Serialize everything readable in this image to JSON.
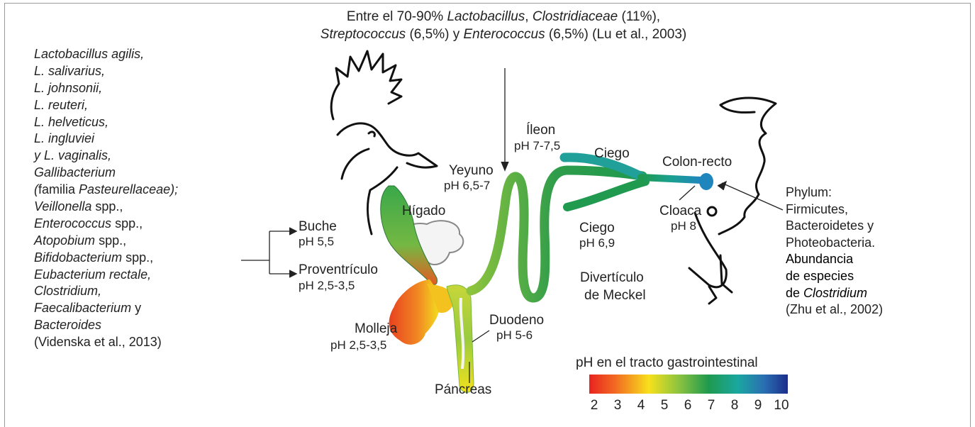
{
  "top_note": {
    "line1_prefix": "Entre el 70-90% ",
    "line1_genus1": "Lactobacillus",
    "line1_sep": ", ",
    "line1_genus2": "Clostridiaceae",
    "line1_suffix": " (11%),",
    "line2_genus1": "Streptococcus",
    "line2_mid": " (6,5%) y ",
    "line2_genus2": "Enterococcus",
    "line2_suffix": " (6,5%) (Lu et al., 2003)"
  },
  "left_list": [
    {
      "it": "Lactobacillus agilis,",
      "rm": ""
    },
    {
      "it": "L. salivarius,",
      "rm": ""
    },
    {
      "it": "L. johnsonii,",
      "rm": ""
    },
    {
      "it": "L. reuteri,",
      "rm": ""
    },
    {
      "it": "L. helveticus,",
      "rm": ""
    },
    {
      "it": "L. ingluviei",
      "rm": ""
    },
    {
      "it": "y L. vaginalis,",
      "rm": ""
    },
    {
      "it": "Gallibacterium",
      "rm": ""
    },
    {
      "it": "(",
      "rm": "familia ",
      "it2": "Pasteurellaceae);"
    },
    {
      "it": "Veillonella",
      "rm": " spp.,"
    },
    {
      "it": "Enterococcus",
      "rm": " spp.,"
    },
    {
      "it": "Atopobium",
      "rm": " spp.,"
    },
    {
      "it": "Bifidobacterium",
      "rm": " spp.,"
    },
    {
      "it": "Eubacterium rectale,",
      "rm": ""
    },
    {
      "it": "Clostridium,",
      "rm": ""
    },
    {
      "it": "Faecalibacterium",
      "rm": " y"
    },
    {
      "it": "Bacteroides",
      "rm": ""
    },
    {
      "it": "",
      "rm": "(Videnska et al., 2013)"
    }
  ],
  "organs": {
    "buche": "Buche",
    "buche_ph": "pH 5,5",
    "proventriculo": "Proventrículo",
    "proventriculo_ph": "pH 2,5-3,5",
    "molleja": "Molleja",
    "molleja_ph": "pH 2,5-3,5",
    "higado": "Hígado",
    "pancreas": "Páncreas",
    "duodeno": "Duodeno",
    "duodeno_ph": "pH 5-6",
    "yeyuno": "Yeyuno",
    "yeyuno_ph": "pH 6,5-7",
    "ileon": "Íleon",
    "ileon_ph": "pH 7-7,5",
    "ciego_top": "Ciego",
    "ciego_bottom": "Ciego",
    "ciego_ph": "pH 6,9",
    "colon": "Colon-recto",
    "cloaca": "Cloaca",
    "cloaca_ph": "pH 8",
    "diverticulo1": "Divertículo",
    "diverticulo2": "de Meckel"
  },
  "right_note": {
    "l1": "Phylum:",
    "l2": "Firmicutes,",
    "l3": "Bacteroidetes y",
    "l4": "Photeobacteria.",
    "l5": "Abundancia",
    "l6": "de especies",
    "l7_prefix": "de ",
    "l7_italic": "Clostridium",
    "l8": "(Zhu et al., 2002)"
  },
  "legend": {
    "title": "pH en el tracto gastrointestinal",
    "ticks": [
      "2",
      "3",
      "4",
      "5",
      "6",
      "7",
      "8",
      "9",
      "10"
    ]
  },
  "colors": {
    "ph2": "#e8231f",
    "ph4": "#f59a20",
    "ph5": "#f7e01c",
    "ph6": "#6ab94a",
    "ph7": "#1f9a4e",
    "ph8": "#1aa7a0",
    "ph9": "#2a6fb3",
    "ph10": "#1b2e8a"
  }
}
